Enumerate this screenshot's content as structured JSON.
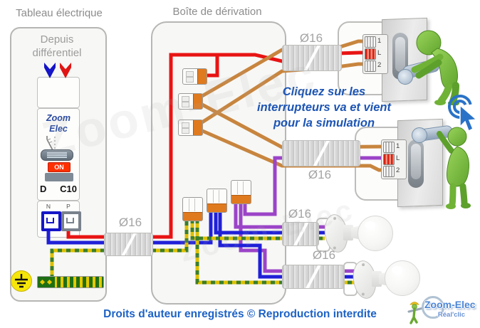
{
  "colors": {
    "phase_red": "#e81414",
    "neutral_blue": "#2020d8",
    "shuttle_orange": "#c8853e",
    "switched_purple": "#9b44c8",
    "earth_yellow": "#ddc000",
    "earth_green": "#3c7e28",
    "panel_fill": "#f7f7f5",
    "panel_border": "#b6b6b4",
    "text_blue": "#1d55b4",
    "label_gray": "#8c8c8c"
  },
  "tableau": {
    "title": "Tableau électrique",
    "source_label": "Depuis\ndifférentiel",
    "breaker": {
      "brand": "Zoom\nElec",
      "on_label": "ON",
      "type_label": "D",
      "rating_label": "C10",
      "neutral_terminal": "N",
      "phase_terminal": "P"
    }
  },
  "junction_box": {
    "title": "Boîte de dérivation"
  },
  "conduit_label": "Ø16",
  "switches": [
    {
      "terminals": [
        "1",
        "L",
        "2"
      ]
    },
    {
      "terminals": [
        "1",
        "L",
        "2"
      ]
    }
  ],
  "instruction": "Cliquez sur les\ninterrupteurs va et vient\npour la simulation",
  "footer": {
    "copyright": "Droits d'auteur enregistrés © Reproduction interdite"
  },
  "logo": {
    "name": "Zoom-Elec",
    "tagline": "Réal'clic"
  },
  "watermark": "Zoom-Elec"
}
